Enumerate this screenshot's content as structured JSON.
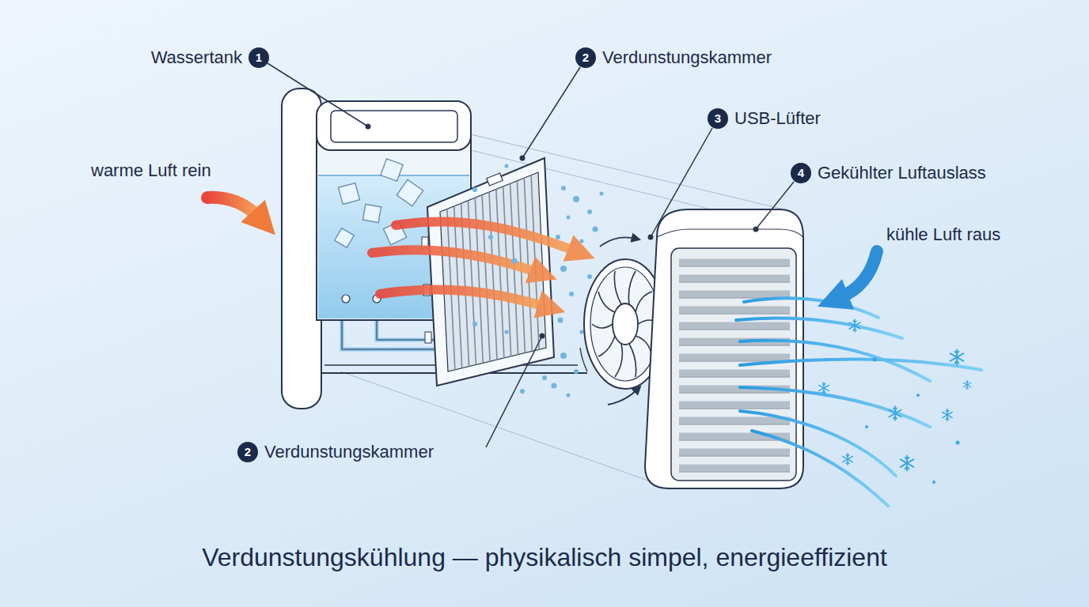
{
  "diagram": {
    "caption": "Verdunstungskühlung — physikalisch simpel, energieeffizient",
    "nodes": [
      {
        "text": [
          "Wassertank",
          "1"
        ]
      },
      {
        "text": [
          "2",
          "Verdunstungskammer"
        ]
      },
      {
        "text": [
          "3",
          "USB-Lüfter"
        ]
      },
      {
        "text": [
          "4",
          "Gekühlter Luftauslass"
        ]
      },
      {
        "text": [
          "2",
          "Verdunstungskammer"
        ]
      }
    ],
    "labels": [
      "warme Luft rein",
      "kühle Luft raus"
    ]
  }
}
